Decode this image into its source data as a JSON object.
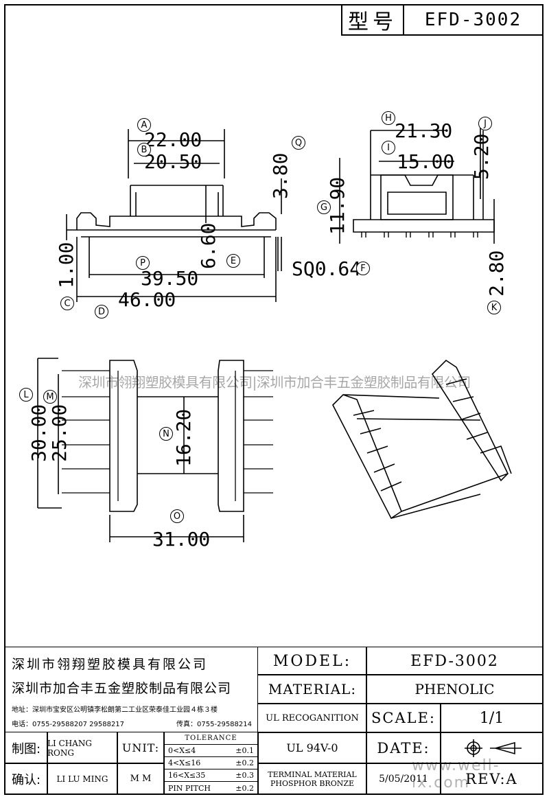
{
  "header": {
    "model_label": "型号",
    "model_value": "EFD-3002"
  },
  "dimensions": {
    "a": "22.00",
    "b": "20.50",
    "q_val": "3.80",
    "e_val": "6.60",
    "p_val": "39.50",
    "d_val": "46.00",
    "c_val": "1.00",
    "f_val": "SQ0.64",
    "h_val": "21.30",
    "i_val": "15.00",
    "j_val": "5.20",
    "g_val": "11.90",
    "k_val": "2.80",
    "l_val": "30.00",
    "m_val": "25.00",
    "n_val": "16.20",
    "o_val": "31.00"
  },
  "markers": {
    "A": "A",
    "B": "B",
    "C": "C",
    "D": "D",
    "E": "E",
    "F": "F",
    "G": "G",
    "H": "H",
    "I": "I",
    "J": "J",
    "K": "K",
    "L": "L",
    "M": "M",
    "N": "N",
    "O": "O",
    "P": "P",
    "Q": "Q"
  },
  "watermark": "深圳市翎翔塑胶模具有限公司|深圳市加合丰五金塑胶制品有限公司",
  "title_block": {
    "company1": "深圳市翎翔塑胶模具有限公司",
    "company2": "深圳市加合丰五金塑胶制品有限公司",
    "address": "地址：深圳市宝安区公明镇李松朗第二工业区荣泰佳工业园４栋３楼",
    "phone": "电话：0755-29588207  29588217",
    "fax": "传真：0755-29588214",
    "model_label": "MODEL:",
    "model_value": "EFD-3002",
    "material_label": "MATERIAL:",
    "material_value": "PHENOLIC",
    "ul_label": "UL RECOGANITION",
    "scale_label": "SCALE:",
    "scale_value": "1/1",
    "ul_value": "UL 94V-0",
    "date_label": "DATE:",
    "terminal_line1": "TERMINAL MATERIAL",
    "terminal_line2": "PHOSPHOR  BRONZE",
    "date_value": "5/05/2011",
    "rev_label": "REV:A",
    "drawn_label": "制图:",
    "drawn_name": "LI CHANG RONG",
    "approved_label": "确认:",
    "approved_name": "LI LU MING",
    "unit_label": "UNIT:",
    "unit_value": "M M",
    "tolerance_title": "TOLERANCE",
    "tol1_range": "0<X≤4",
    "tol1_val": "±0.1",
    "tol2_range": "4<X≤16",
    "tol2_val": "±0.2",
    "tol3_range": "16<X≤35",
    "tol3_val": "±0.3",
    "tol4_range": "PIN PITCH",
    "tol4_val": "±0.2"
  },
  "site_watermark": "www.well-ix.com"
}
